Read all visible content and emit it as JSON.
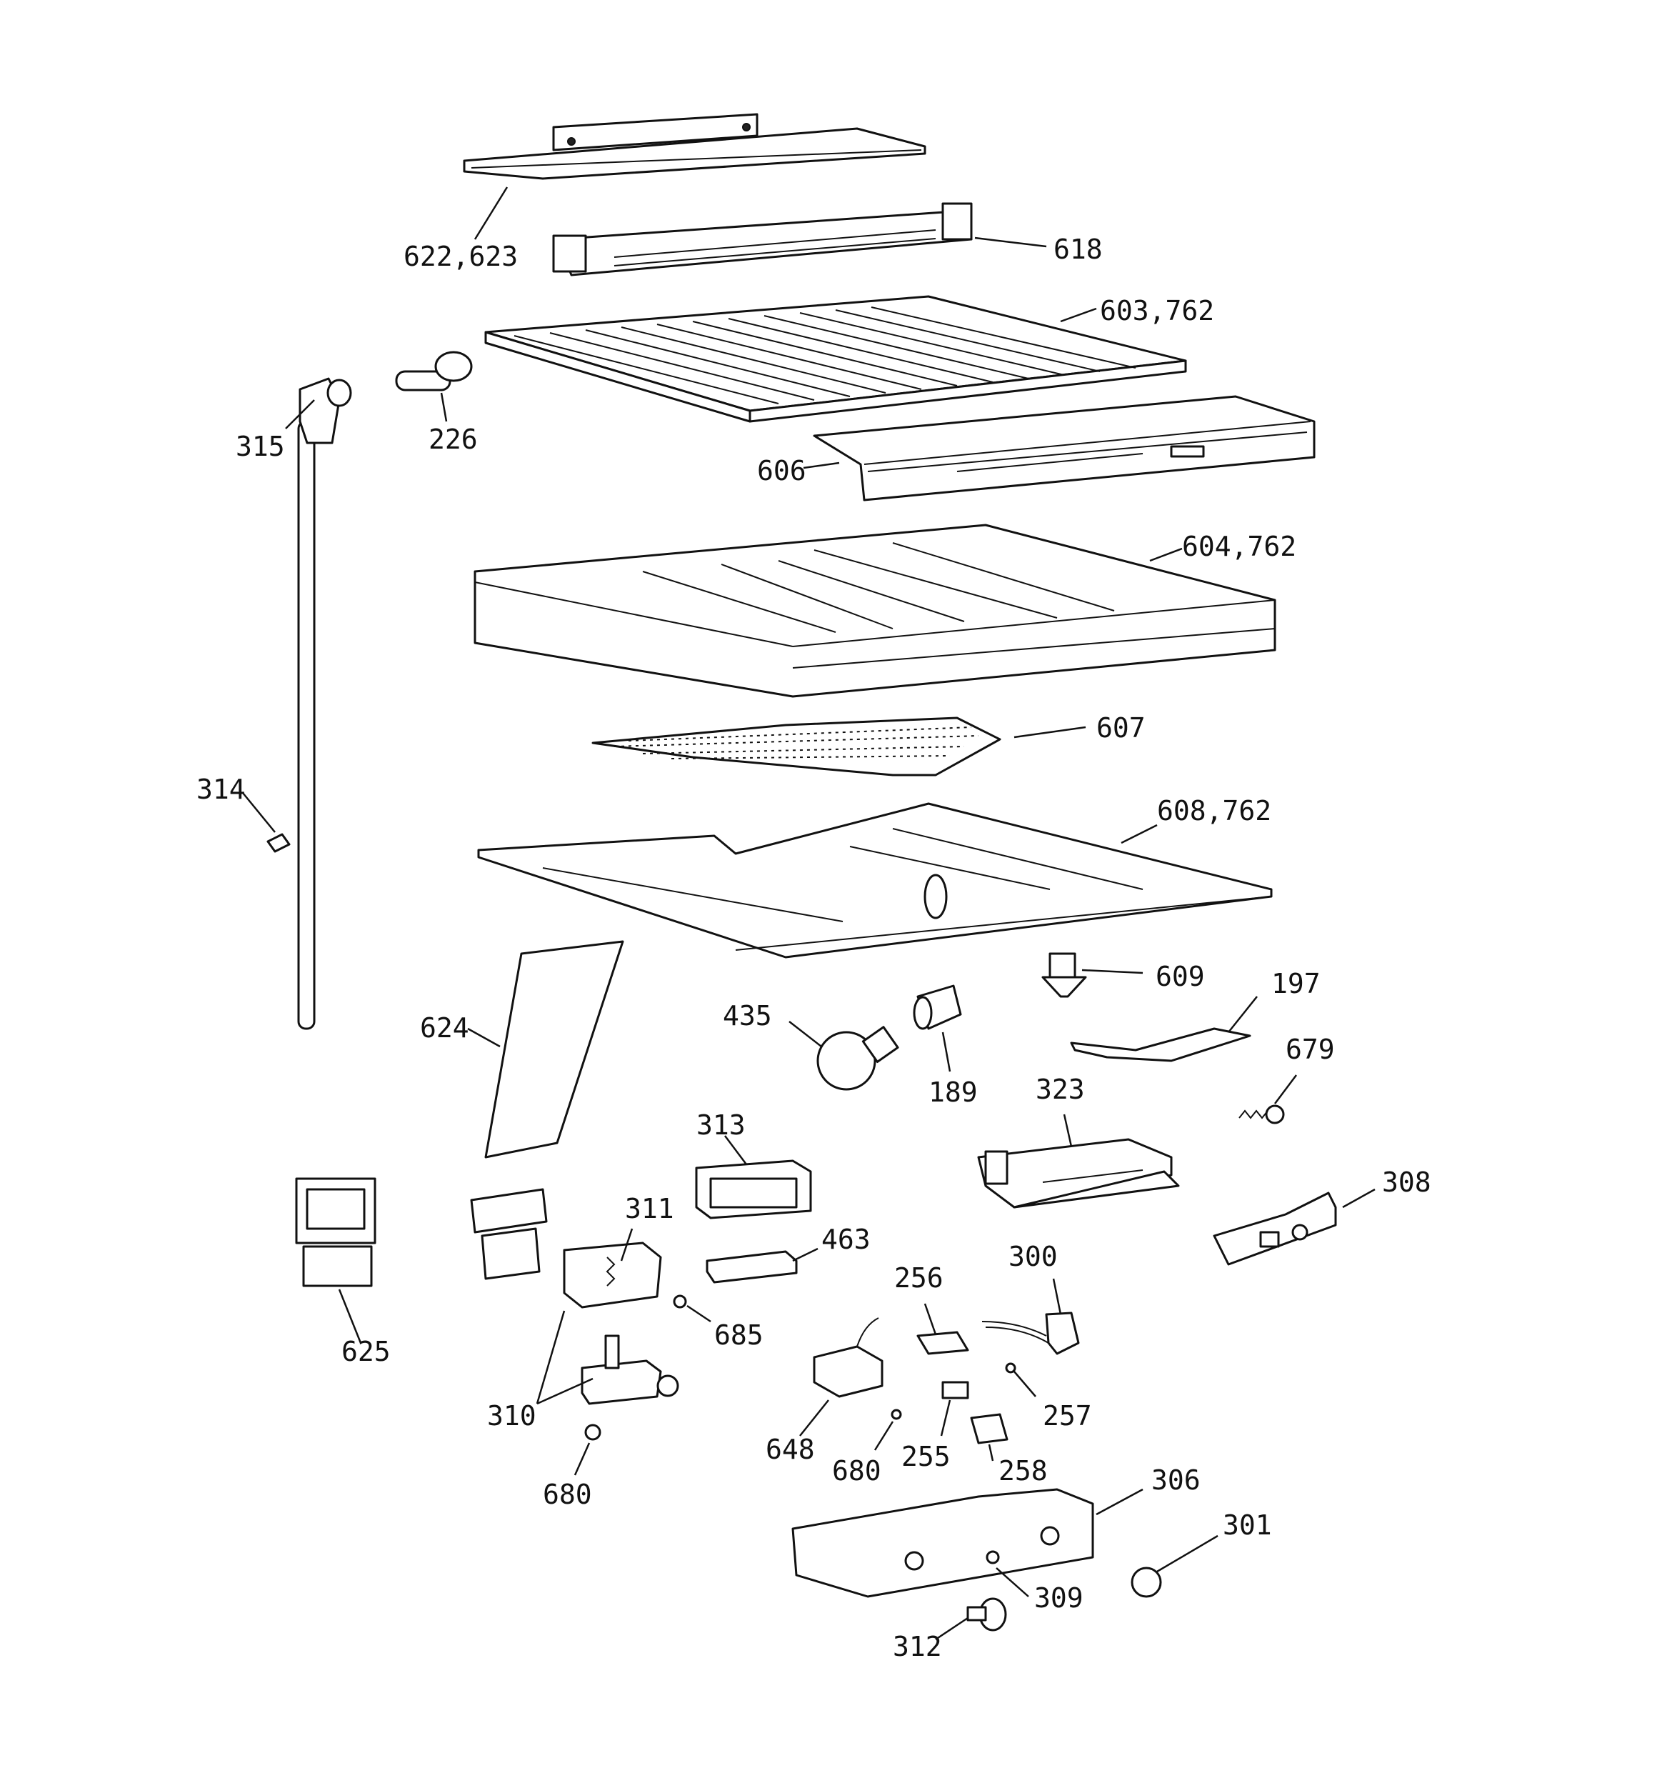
{
  "callouts": [
    {
      "id": "c622",
      "text": "622,623"
    },
    {
      "id": "c618",
      "text": "618"
    },
    {
      "id": "c603",
      "text": "603,762"
    },
    {
      "id": "c315",
      "text": "315"
    },
    {
      "id": "c226",
      "text": "226"
    },
    {
      "id": "c606",
      "text": "606"
    },
    {
      "id": "c604",
      "text": "604,762"
    },
    {
      "id": "c607",
      "text": "607"
    },
    {
      "id": "c314",
      "text": "314"
    },
    {
      "id": "c608",
      "text": "608,762"
    },
    {
      "id": "c609",
      "text": "609"
    },
    {
      "id": "c197",
      "text": "197"
    },
    {
      "id": "c435",
      "text": "435"
    },
    {
      "id": "c189",
      "text": "189"
    },
    {
      "id": "c624",
      "text": "624"
    },
    {
      "id": "c679",
      "text": "679"
    },
    {
      "id": "c323",
      "text": "323"
    },
    {
      "id": "c313",
      "text": "313"
    },
    {
      "id": "c308",
      "text": "308"
    },
    {
      "id": "c311",
      "text": "311"
    },
    {
      "id": "c463",
      "text": "463"
    },
    {
      "id": "c300",
      "text": "300"
    },
    {
      "id": "c256",
      "text": "256"
    },
    {
      "id": "c625",
      "text": "625"
    },
    {
      "id": "c685",
      "text": "685"
    },
    {
      "id": "c257",
      "text": "257"
    },
    {
      "id": "c310",
      "text": "310"
    },
    {
      "id": "c648",
      "text": "648"
    },
    {
      "id": "c680a",
      "text": "680"
    },
    {
      "id": "c255",
      "text": "255"
    },
    {
      "id": "c258",
      "text": "258"
    },
    {
      "id": "c680b",
      "text": "680"
    },
    {
      "id": "c306",
      "text": "306"
    },
    {
      "id": "c301",
      "text": "301"
    },
    {
      "id": "c309",
      "text": "309"
    },
    {
      "id": "c312",
      "text": "312"
    }
  ]
}
